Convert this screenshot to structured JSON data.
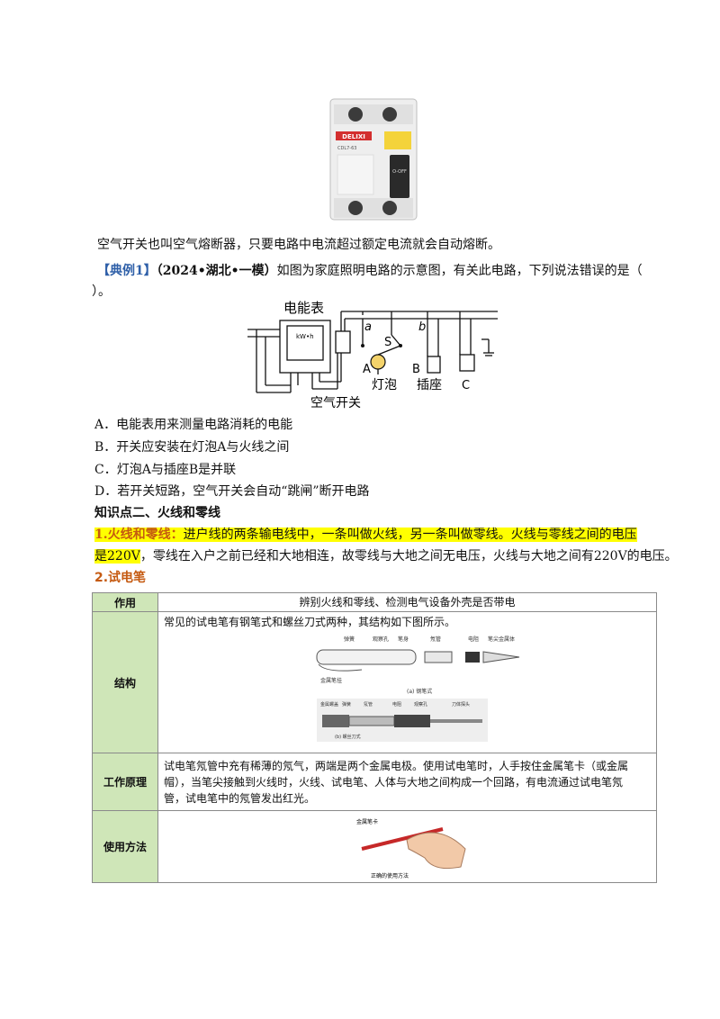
{
  "breaker_photo": {
    "brand": "DELIXI",
    "model": "CDL7-63",
    "lever": "O-OFF"
  },
  "para1": "空气开关也叫空气熔断器，只要电路中电流超过额定电流就会自动熔断。",
  "example": {
    "tag": "【典例1】",
    "source": "（2024•湖北•一模）",
    "stem_line1": "如图为家庭照明电路的示意图，有关此电路，下列说法错误的是（",
    "stem_line2": "）。"
  },
  "circuit": {
    "meter_label": "电能表",
    "meter_reading": "kW•h",
    "breaker_label": "空气开关",
    "point_a": "a",
    "point_b": "b",
    "switch_label": "S",
    "bulb_letter": "A",
    "bulb_label": "灯泡",
    "socket_letter": "B",
    "socket_label": "插座",
    "socket3_letter": "C"
  },
  "options": [
    "A．电能表用来测量电路消耗的电能",
    "B．开关应安装在灯泡A与火线之间",
    "C．灯泡A与插座B是并联",
    "D．若开关短路，空气开关会自动“跳闸”断开电路"
  ],
  "section_title": "知识点二、火线和零线",
  "point1": {
    "label": "1.火线和零线：",
    "hl_text": "进户线的两条输电线中，一条叫做火线，另一条叫做零线。火线与零线之间的电压",
    "line2_hl": "是220V",
    "line2_rest": "，零线在入户之前已经和大地相连，故零线与大地之间无电压，火线与大地之间有220V的电压。"
  },
  "point2_title": "2.试电笔",
  "table": {
    "rows": [
      {
        "label": "作用",
        "content": "辨别火线和零线、检测电气设备外壳是否带电"
      },
      {
        "label": "结构",
        "content": "常见的试电笔有钢笔式和螺丝刀式两种，其结构如下图所示。"
      },
      {
        "label": "工作原理",
        "content_lines": [
          "试电笔氖管中充有稀薄的氖气，两端是两个金属电极。使用试电笔时，人手按住金属笔卡（或金属",
          "帽），当笔尖接触到火线时，火线、试电笔、人体与大地之间构成一个回路，有电流通过试电笔氖",
          "管，试电笔中的氖管发出红光。"
        ]
      },
      {
        "label": "使用方法",
        "content": ""
      }
    ],
    "pen_a": {
      "parts": [
        "弹簧",
        "观察孔",
        "笔身",
        "氖管",
        "电阻",
        "笔尖金属体"
      ],
      "bottom_part": "金属笔挂",
      "caption": "(a) 钢笔式"
    },
    "pen_b": {
      "parts": [
        "金属螺盖",
        "弹簧",
        "氖管",
        "电阻",
        "观察孔",
        "刀体探头"
      ],
      "caption": "(b) 螺丝刀式"
    },
    "usage": {
      "label": "金属笔卡",
      "caption": "正确的使用方法"
    }
  }
}
